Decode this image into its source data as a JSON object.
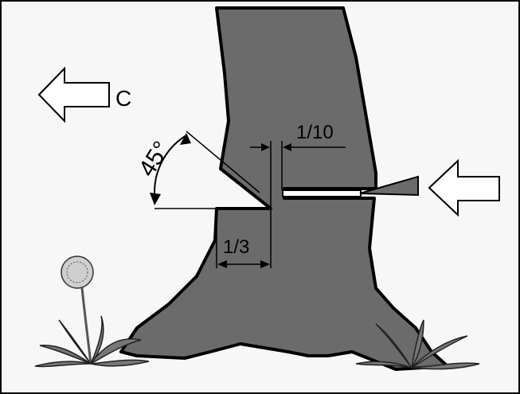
{
  "diagram": {
    "direction_label": "C",
    "angle_label": "45°",
    "back_cut_ratio": "1/10",
    "notch_depth_ratio": "1/3"
  },
  "colors": {
    "trunk": "#6b6b6b",
    "outline": "#000000",
    "background": "#f7f7f7",
    "wedge": "#6b6b6b",
    "plant": "#555555"
  },
  "icons": [
    "left-arrow-icon",
    "right-arrow-icon",
    "wedge-icon",
    "dandelion-icon"
  ]
}
